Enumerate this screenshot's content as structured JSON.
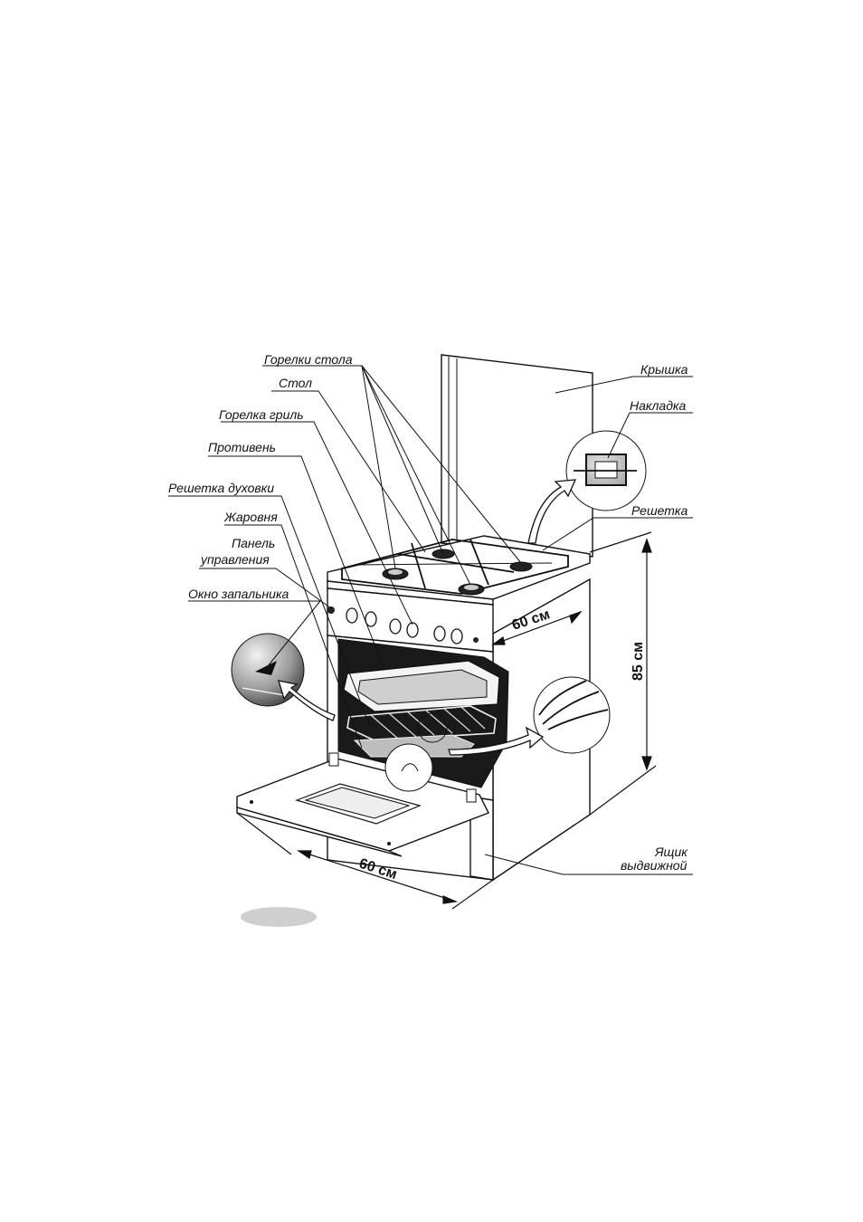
{
  "labels": {
    "burners": "Горелки стола",
    "table": "Стол",
    "grill_burner": "Горелка гриль",
    "baking_tray": "Противень",
    "oven_rack": "Решетка духовки",
    "roasting_pan": "Жаровня",
    "control_panel_1": "Панель",
    "control_panel_2": "управления",
    "ignition_window": "Окно запальника",
    "lid": "Крышка",
    "cover_plate": "Накладка",
    "grate": "Решетка",
    "drawer_1": "Ящик",
    "drawer_2": "выдвижной"
  },
  "dimensions": {
    "depth": "60 см",
    "height": "85 см",
    "width": "60 см"
  },
  "colors": {
    "line": "#111111",
    "oven_interior": "#1a1a1a",
    "shadow": "#cfcfcf"
  }
}
